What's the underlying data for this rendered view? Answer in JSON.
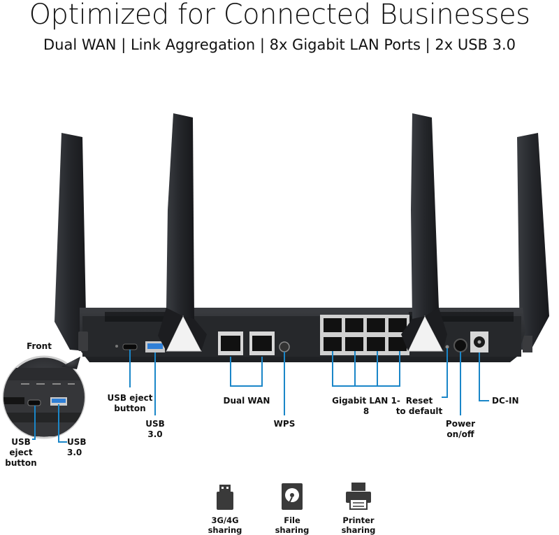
{
  "header": {
    "title": "Optimized for Connected Businesses",
    "subtitle": "Dual WAN | Link Aggregation | 8x Gigabit LAN Ports | 2x USB 3.0"
  },
  "front_inset": {
    "label": "Front",
    "usb_eject_label": "USB\neject button",
    "usb30_label": "USB 3.0"
  },
  "rear_labels": {
    "usb_eject": "USB eject\nbutton",
    "usb30": "USB 3.0",
    "dual_wan": "Dual WAN",
    "wps": "WPS",
    "gigabit_lan": "Gigabit LAN 1-8",
    "reset": "Reset\nto default",
    "power": "Power\non/off",
    "dc_in": "DC-IN"
  },
  "features": [
    {
      "icon": "usb-dongle-icon",
      "label": "3G/4G\nsharing"
    },
    {
      "icon": "hard-drive-icon",
      "label": "File\nsharing"
    },
    {
      "icon": "printer-icon",
      "label": "Printer\nsharing"
    }
  ],
  "colors": {
    "callout": "#1a86c8",
    "router_body": "#2b2d31",
    "antenna": "#2a2c30",
    "usb_blue": "#2f7fd6"
  }
}
